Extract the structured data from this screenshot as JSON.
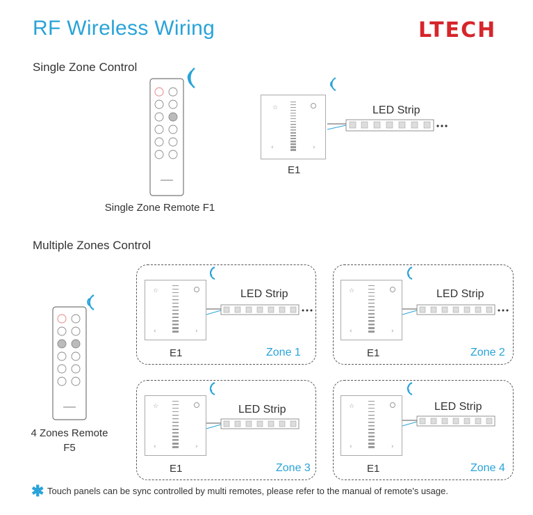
{
  "header": {
    "title": "RF Wireless Wiring",
    "brand": "LTECH"
  },
  "single": {
    "heading": "Single Zone Control",
    "remote_caption": "Single Zone Remote F1",
    "panel_label": "E1",
    "strip_label": "LED Strip"
  },
  "multi": {
    "heading": "Multiple Zones Control",
    "remote_caption_line1": "4 Zones Remote",
    "remote_caption_line2": "F5",
    "zones": [
      {
        "label": "Zone 1",
        "panel": "E1",
        "strip": "LED Strip"
      },
      {
        "label": "Zone 2",
        "panel": "E1",
        "strip": "LED Strip"
      },
      {
        "label": "Zone 3",
        "panel": "E1",
        "strip": "LED Strip"
      },
      {
        "label": "Zone 4",
        "panel": "E1",
        "strip": "LED Strip"
      }
    ]
  },
  "footnote": {
    "text": "Touch panels can be sync controlled by multi remotes, please refer to the manual of remote's usage."
  },
  "colors": {
    "accent": "#29a3d8",
    "brand": "#d6252b"
  },
  "icons": [
    "wireless-signal-icon",
    "asterisk-icon"
  ]
}
